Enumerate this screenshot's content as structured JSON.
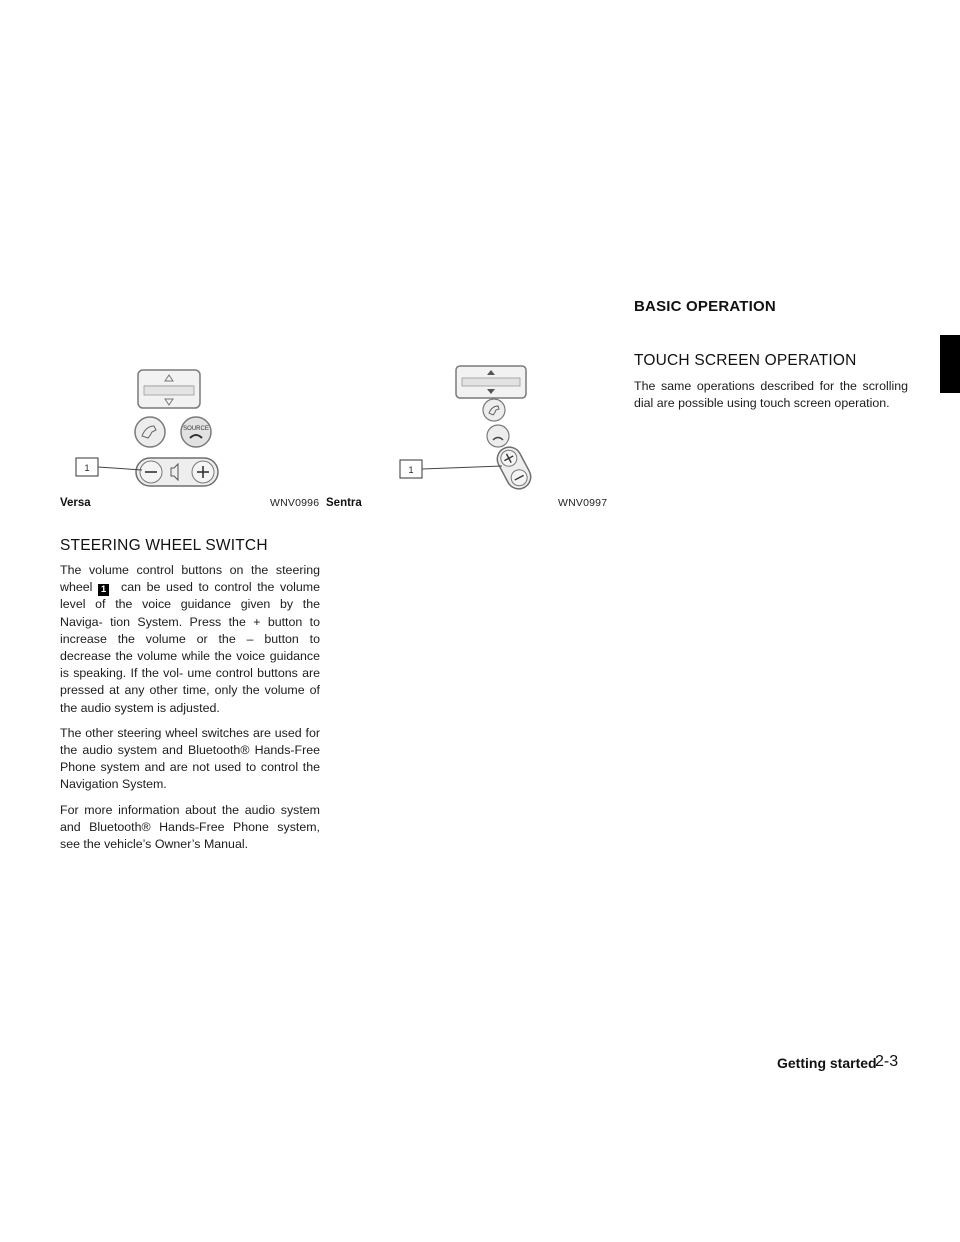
{
  "section_header": "BASIC OPERATION",
  "figures": [
    {
      "caption": "Versa",
      "code": "WNV0996",
      "callout": "1"
    },
    {
      "caption": "Sentra",
      "code": "WNV0997",
      "callout": "1",
      "source_label": "SOURCE"
    }
  ],
  "steering": {
    "heading": "STEERING WHEEL SWITCH",
    "p1_before": "The volume control buttons on the steering wheel",
    "p1_badge": "1",
    "p1_after": "can be used to control the volume level of the voice guidance given by the Naviga- tion System. Press the + button to increase the volume or the – button to decrease the volume while the voice guidance is speaking. If the vol- ume control buttons are pressed at any other time, only the volume of the audio system is adjusted.",
    "p2": "The other steering wheel switches are used for the audio system and Bluetooth® Hands-Free Phone system and are not used to control the Navigation System.",
    "p3": "For more information about the audio system and Bluetooth® Hands-Free Phone system, see the vehicle’s Owner’s Manual."
  },
  "touch": {
    "heading": "TOUCH SCREEN OPERATION",
    "p1": "The same operations described for the scrolling dial are possible using touch screen operation."
  },
  "footer": {
    "title": "Getting started",
    "page": "2-3"
  }
}
